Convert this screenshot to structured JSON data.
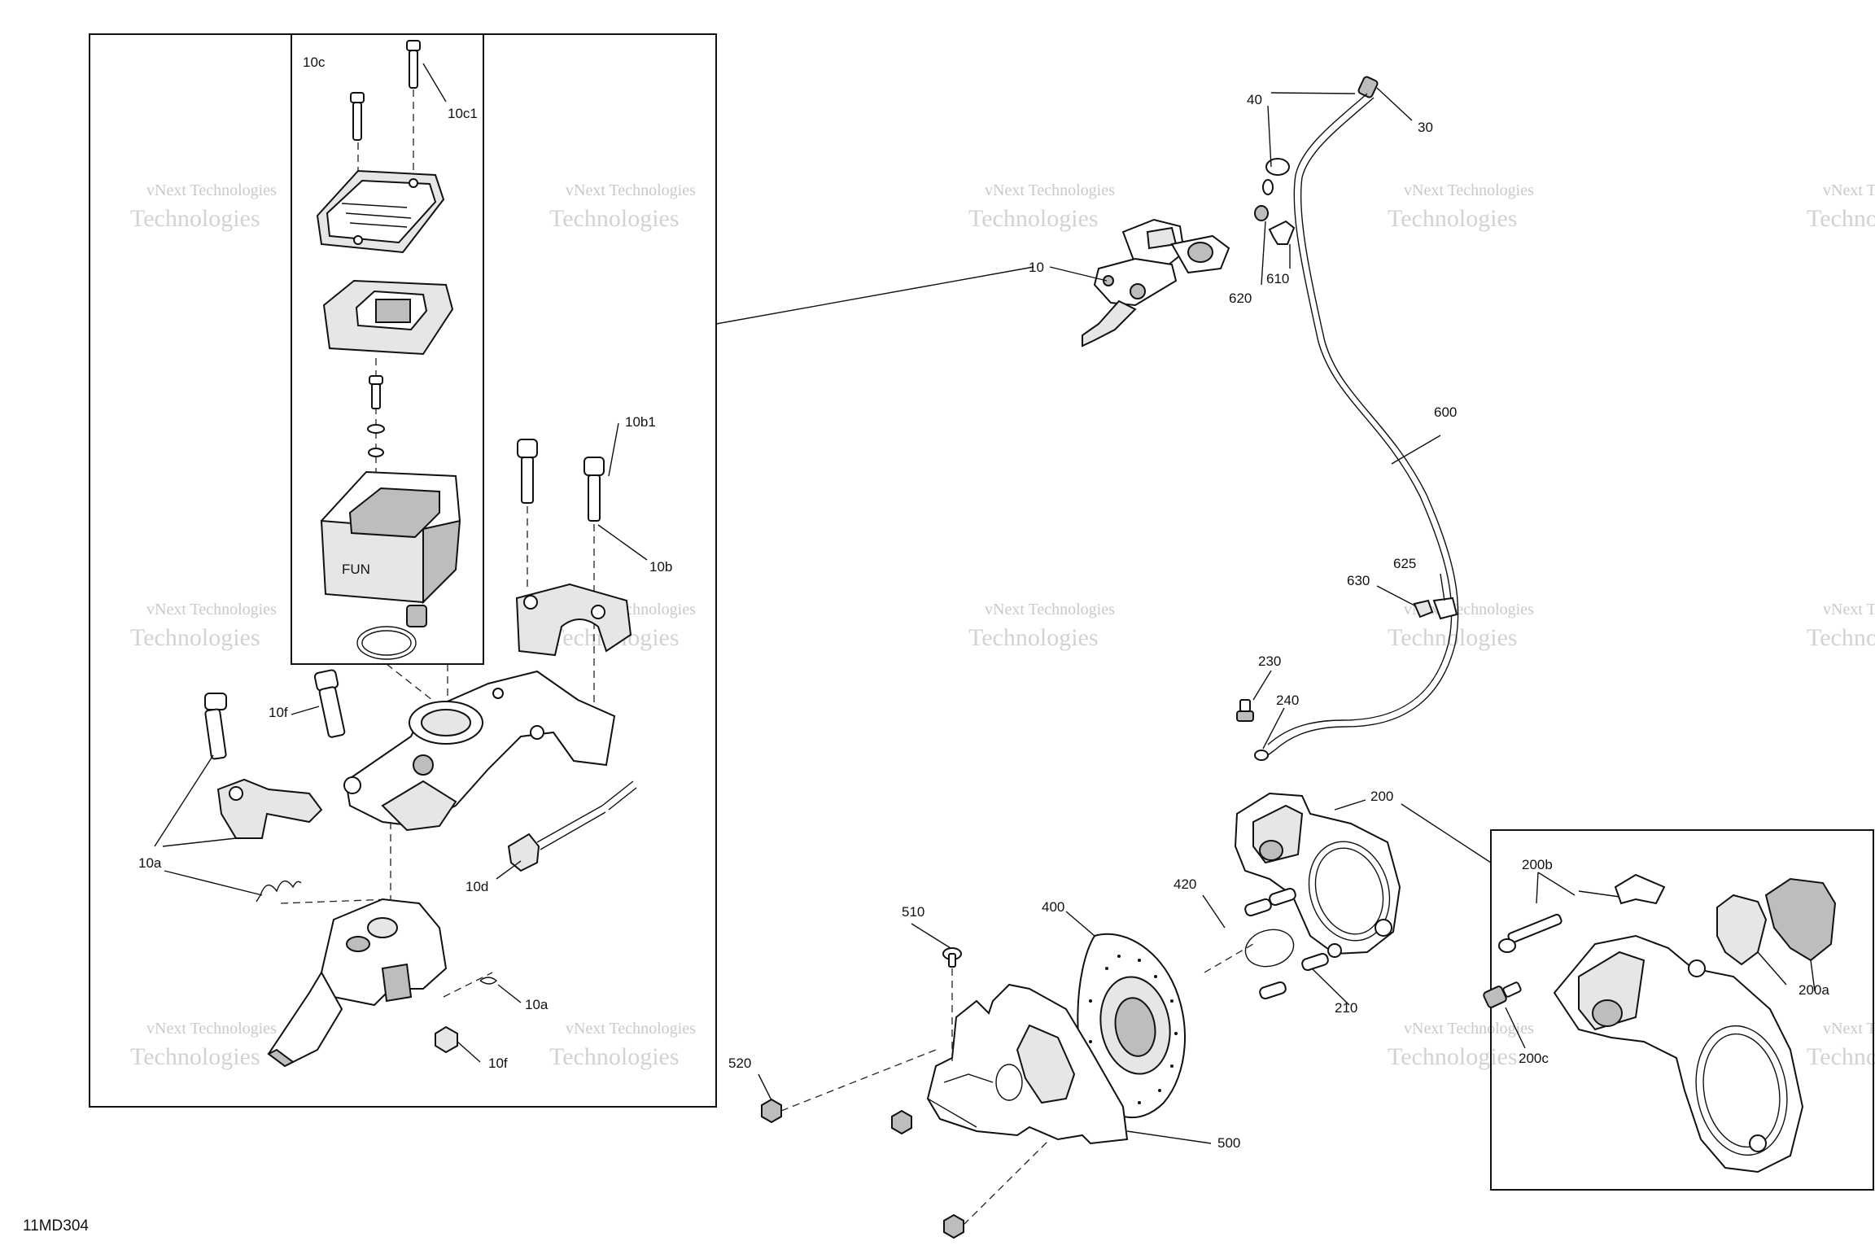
{
  "diagram": {
    "drawing_code": "11MD304",
    "watermark": {
      "line1": "vNext Technologies",
      "line2": "Technologies"
    },
    "labels": {
      "l10c": "10c",
      "l10c1": "10c1",
      "l10b1": "10b1",
      "l10b": "10b",
      "l10f_top": "10f",
      "l10a_left": "10a",
      "l10d": "10d",
      "l10a_right": "10a",
      "l10f_bottom": "10f",
      "l10": "10",
      "l40": "40",
      "l30": "30",
      "l620": "620",
      "l610": "610",
      "l600": "600",
      "l625": "625",
      "l630": "630",
      "l230": "230",
      "l240": "240",
      "l200": "200",
      "l200b": "200b",
      "l200a": "200a",
      "l200c": "200c",
      "l420": "420",
      "l400": "400",
      "l510": "510",
      "l210": "210",
      "l520": "520",
      "l500": "500"
    }
  }
}
